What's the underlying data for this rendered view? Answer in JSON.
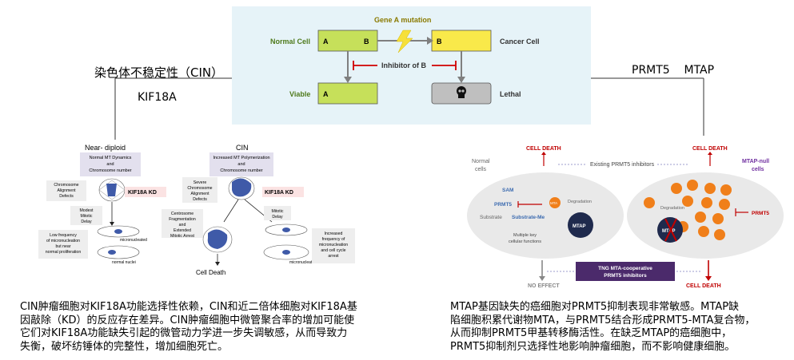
{
  "top": {
    "gene_mutation": "Gene A mutation",
    "normal_cell": "Normal Cell",
    "cancer_cell": "Cancer Cell",
    "viable": "Viable",
    "lethal": "Lethal",
    "inhibitor": "Inhibitor of B",
    "box_normal_a": "A",
    "box_normal_b": "B",
    "box_cancer_b": "B",
    "box_viable_a": "A"
  },
  "left_labels": {
    "cin_title": "染色体不稳定性（CIN）",
    "kif18a": "KIF18A"
  },
  "right_labels": {
    "genes": "PRMT5    MTAP"
  },
  "left_fig": {
    "near_diploid": "Near- diploid",
    "cin": "CIN",
    "near_box": [
      "Normal MT Dynamics",
      "and",
      "Chromosome number"
    ],
    "cin_box": [
      "Increased MT Polymerization",
      "and",
      "Chromosome number"
    ],
    "kd1": "KIF18A KD",
    "kd2": "KIF18A KD",
    "chrom_align": [
      "Chromosome",
      "Alignment",
      "Defects"
    ],
    "severe": [
      "Severe",
      "Chromosome",
      "Alignment",
      "Defects"
    ],
    "modest": [
      "Modest",
      "Mitotic",
      "Delay"
    ],
    "mitotic_delay": [
      "Mitotic",
      "Delay"
    ],
    "centrosome": [
      "Centrosome",
      "Fragmentation",
      "and",
      "Extended",
      "Mitotic Arrest"
    ],
    "low_freq": [
      "Low frequency",
      "of micronucleation",
      "but near",
      "normal proliferation"
    ],
    "increased_freq": [
      "Increased",
      "frequency of",
      "micronucleation",
      "and cell cycle",
      "arrest"
    ],
    "micronucleated1": "micronucleated",
    "micronucleated2": "micronucleated",
    "normal_nuclei": "normal nuclei",
    "cell_death": "Cell Death"
  },
  "right_fig": {
    "cell_death_left": "CELL DEATH",
    "cell_death_right": "CELL DEATH",
    "existing": "Existing PRMT5 inhibitors",
    "normal_cells": [
      "Normal",
      "cells"
    ],
    "mtap_null": [
      "MTAP-null",
      "cells"
    ],
    "sam": "SAM",
    "prmt5_left": "PRMT5",
    "substrate": "Substrate",
    "substrate_me": "Substrate-Me",
    "multiple": [
      "Multiple key",
      "cellular functions"
    ],
    "mta": "MTA",
    "degradation_left": "Degradation",
    "degradation_right": "Degradation",
    "mtap": "MTAP",
    "prmt5_right": "PRMT5",
    "tng": [
      "TNG MTA-cooperative",
      "PRMT5 inhibitors"
    ],
    "no_effect": "NO EFFECT",
    "cell_death_bottom": "CELL DEATH"
  },
  "captions": {
    "left": [
      "CIN肿瘤细胞对KIF18A功能选择性依赖，CIN和近二倍体细胞对KIF18A基",
      "因敲除（KD）的反应存在差异。CIN肿瘤细胞中微管聚合率的增加可能使",
      "它们对KIF18A功能缺失引起的微管动力学进一步失调敏感，从而导致力",
      "失衡，破坏纺锤体的完整性，增加细胞死亡。"
    ],
    "right": [
      "MTAP基因缺失的癌细胞对PRMT5抑制表现非常敏感。MTAP缺",
      "陷细胞积累代谢物MTA，与PRMT5结合形成PRMT5-MTA复合物，",
      "从而抑制PRMT5甲基转移酶活性。在缺乏MTAP的癌细胞中，",
      "PRMT5抑制剂只选择性地影响肿瘤细胞，而不影响健康细胞。"
    ]
  },
  "colors": {
    "green_box": "#c6e05a",
    "yellow_box": "#f9e94a",
    "grey_box": "#bfbfbf",
    "panel_bg": "#e6f3f8",
    "orange_mta": "#f07f1a",
    "tng_purple": "#4b2a6b",
    "dark_red": "#c00000"
  }
}
